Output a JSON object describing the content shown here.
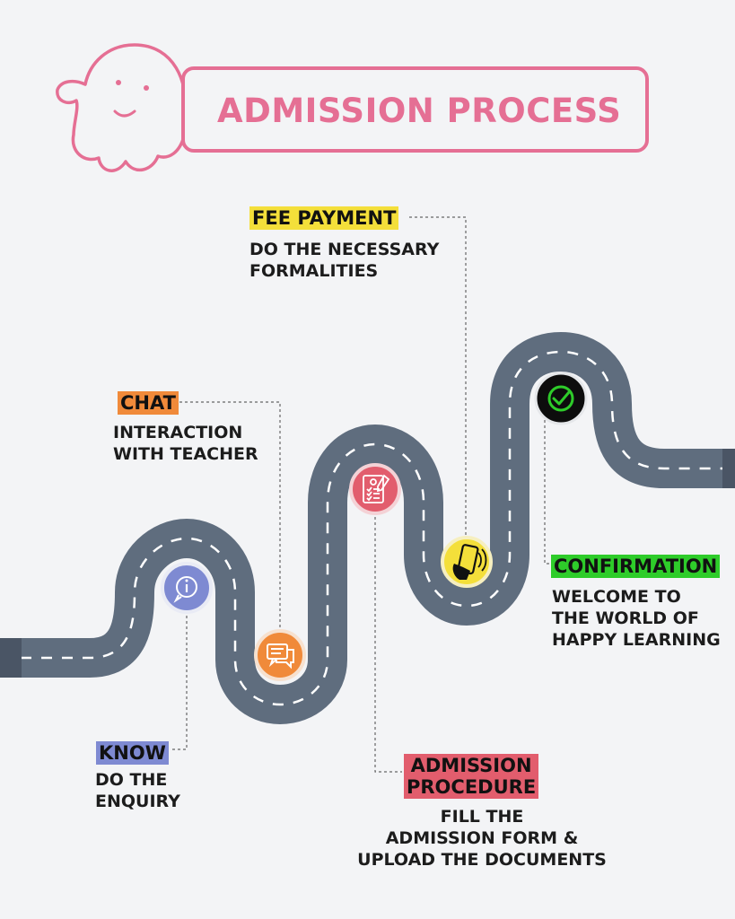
{
  "title": "ADMISSION PROCESS",
  "colors": {
    "road": "#5f6d7e",
    "road_line": "#ffffff",
    "title": "#e56f94",
    "know": "#7e8ad2",
    "chat": "#f08a3a",
    "admission": "#e25d6d",
    "fee": "#f4df3a",
    "confirmation": "#2ecc2a"
  },
  "steps": {
    "know": {
      "label": "KNOW",
      "desc": [
        "DO THE",
        "ENQUIRY"
      ],
      "icon": "info-icon"
    },
    "chat": {
      "label": "CHAT",
      "desc": [
        "INTERACTION",
        "WITH TEACHER"
      ],
      "icon": "chat-icon"
    },
    "admission": {
      "label": [
        "ADMISSION",
        "PROCEDURE"
      ],
      "desc": [
        "FILL THE",
        "ADMISSION FORM &",
        "UPLOAD THE DOCUMENTS"
      ],
      "icon": "form-icon"
    },
    "fee": {
      "label": "FEE PAYMENT",
      "desc": [
        "DO THE NECESSARY",
        "FORMALITIES"
      ],
      "icon": "phone-payment-icon"
    },
    "confirmation": {
      "label": "CONFIRMATION",
      "desc": [
        "WELCOME TO",
        "THE WORLD OF",
        "HAPPY LEARNING"
      ],
      "icon": "check-icon"
    }
  }
}
